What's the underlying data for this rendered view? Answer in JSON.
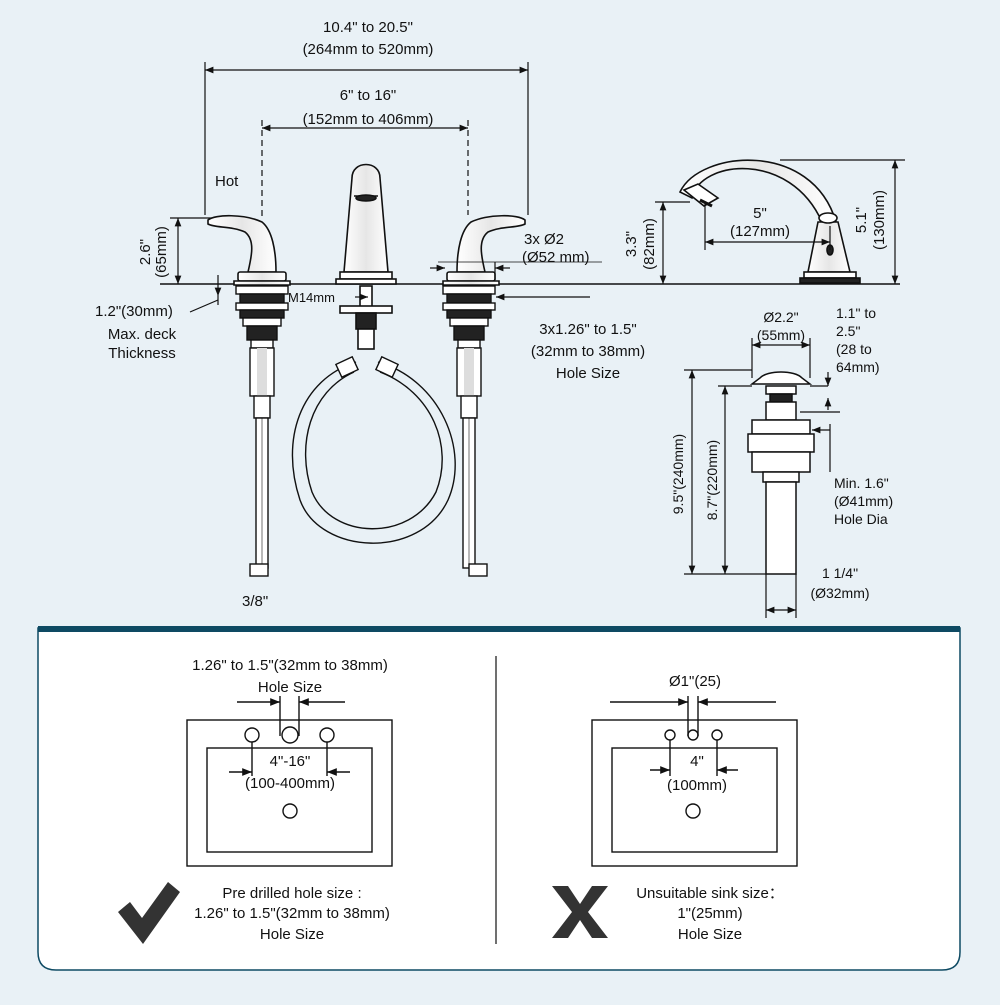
{
  "top": {
    "overall_span": "10.4\" to 20.5\"",
    "overall_span_mm": "(264mm to 520mm)",
    "center_span": "6\" to 16\"",
    "center_span_mm": "(152mm to 406mm)",
    "hot_label": "Hot",
    "handle_height": "2.6\"",
    "handle_height_mm": "(65mm)",
    "base_dia": "3x Ø2",
    "base_dia_mm": "(Ø52 mm)",
    "thread": "M14mm",
    "deck_thickness": "1.2\"(30mm)",
    "deck_max": "Max. deck",
    "deck_thickness_word": "Thickness",
    "hole_size_a": "3x1.26\" to 1.5\"",
    "hole_size_b": "(32mm to 38mm)",
    "hole_size_c": "Hole Size",
    "supply": "3/8\"",
    "spout_height": "3.3\"",
    "spout_height_mm": "(82mm)",
    "reach": "5\"",
    "reach_mm": "(127mm)",
    "total_height": "5.1\"",
    "total_height_mm": "(130mm)",
    "drain_dia": "Ø2.2\"",
    "drain_dia_mm": "(55mm)",
    "drain_range_1": "1.1\" to",
    "drain_range_2": "2.5\"",
    "drain_range_3": "(28 to",
    "drain_range_4": "64mm)",
    "drain_total": "9.5\"(240mm)",
    "drain_body": "8.7\"(220mm)",
    "min_hole_1": "Min. 1.6\"",
    "min_hole_2": "(Ø41mm)",
    "min_hole_3": "Hole Dia",
    "tail_1": "1 1/4\"",
    "tail_2": "(Ø32mm)"
  },
  "left_panel": {
    "header_1": "1.26\" to 1.5\"(32mm to 38mm)",
    "header_2": "Hole Size",
    "spacing": "4\"-16\"",
    "spacing_mm": "(100-400mm)",
    "caption_1": "Pre drilled hole size :",
    "caption_2": "1.26\" to 1.5\"(32mm to 38mm)",
    "caption_3": "Hole Size",
    "status_icon": "check-mark-icon"
  },
  "right_panel": {
    "header": "Ø1\"(25)",
    "spacing": "4\"",
    "spacing_mm": "(100mm)",
    "caption_1": "Unsuitable sink size：",
    "caption_2": "1\"(25mm)",
    "caption_3": "Hole Size",
    "status_icon": "cross-mark-icon"
  },
  "colors": {
    "background": "#e9f1f6",
    "panel_border": "#0e4a63",
    "line": "#111111"
  }
}
